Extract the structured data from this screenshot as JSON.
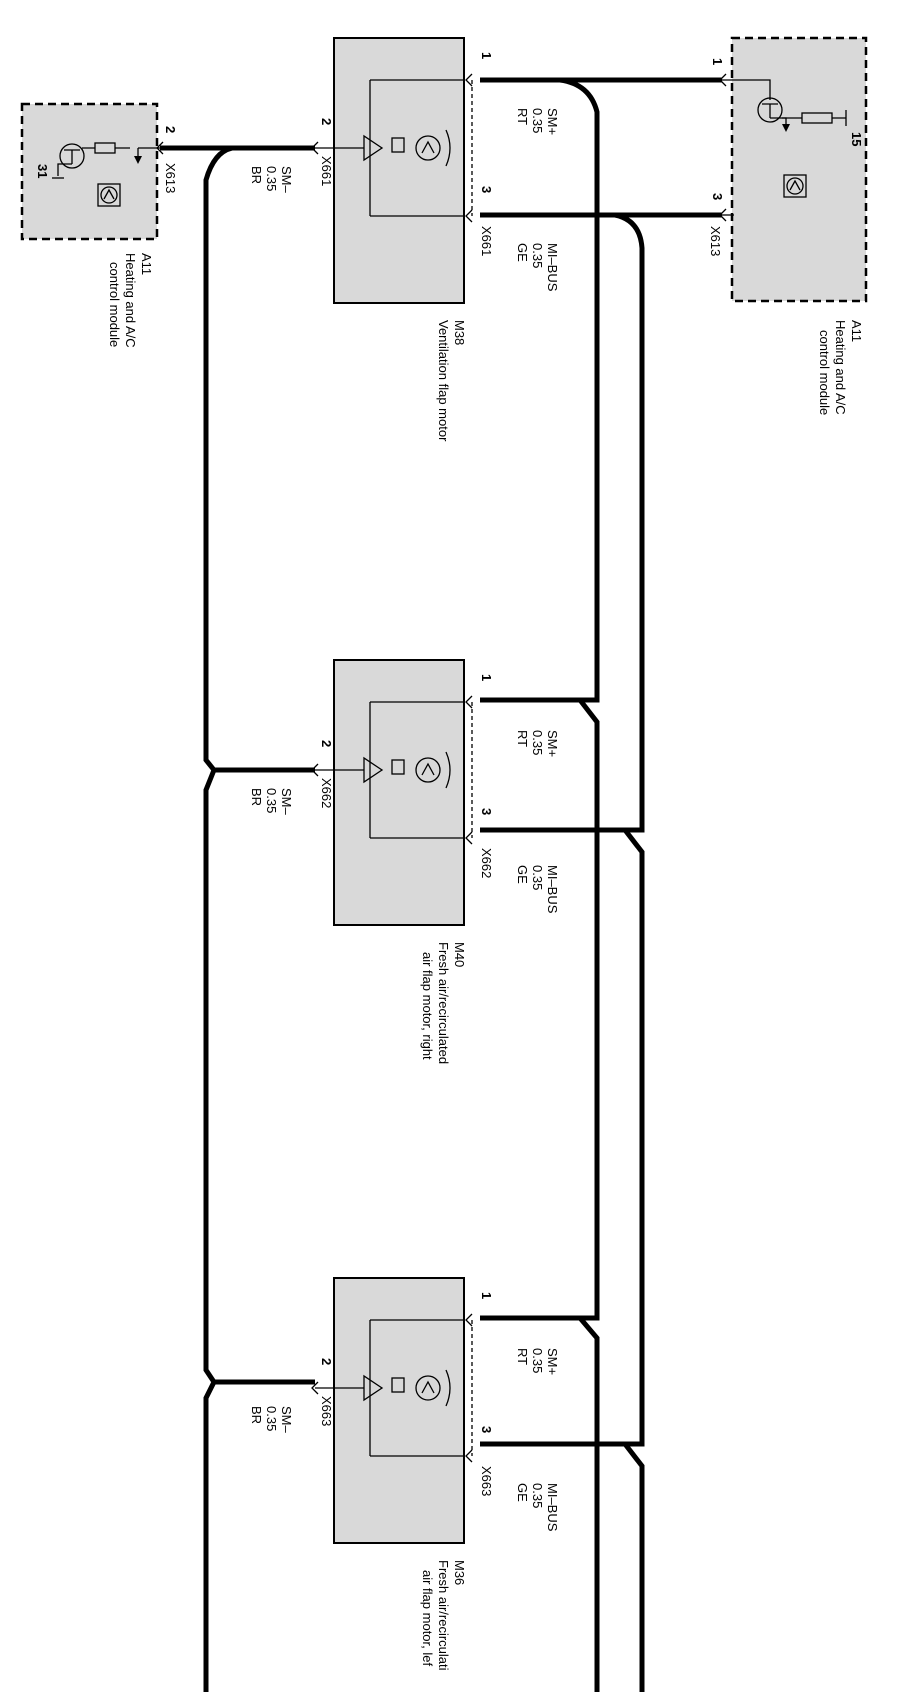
{
  "colors": {
    "module_fill": "#d9d9d9",
    "wire": "#000000",
    "background": "#ffffff"
  },
  "module_right": {
    "id": "A11",
    "name_line1": "Heating and A/C",
    "name_line2": "control module",
    "connector": "X613",
    "pin_top": "1",
    "pin_bottom": "3",
    "terminal": "15"
  },
  "module_left": {
    "id": "A11",
    "name_line1": "Heating and A/C",
    "name_line2": "control module",
    "connector": "X613",
    "pin": "2",
    "terminal": "31"
  },
  "motors": [
    {
      "id": "M38",
      "name_line1": "Ventilation flap motor",
      "name_line2": "",
      "connector_left": "X661",
      "connector_right": "X661",
      "pin1": "1",
      "pin2": "2",
      "pin3": "3"
    },
    {
      "id": "M40",
      "name_line1": "Fresh air/recirculated",
      "name_line2": "air flap motor, right",
      "connector_left": "X662",
      "connector_right": "X662",
      "pin1": "1",
      "pin2": "2",
      "pin3": "3"
    },
    {
      "id": "M36",
      "name_line1": "Fresh air/recirculati",
      "name_line2": "air flap motor, lef",
      "connector_left": "X663",
      "connector_right": "X663",
      "pin1": "1",
      "pin2": "2",
      "pin3": "3"
    }
  ],
  "wires": {
    "sm_plus": {
      "signal": "SM+",
      "gauge": "0.35",
      "color": "RT"
    },
    "sm_minus": {
      "signal": "SM–",
      "gauge": "0.35",
      "color": "BR"
    },
    "mi_bus": {
      "signal": "MI–BUS",
      "gauge": "0.35",
      "color": "GE"
    }
  }
}
